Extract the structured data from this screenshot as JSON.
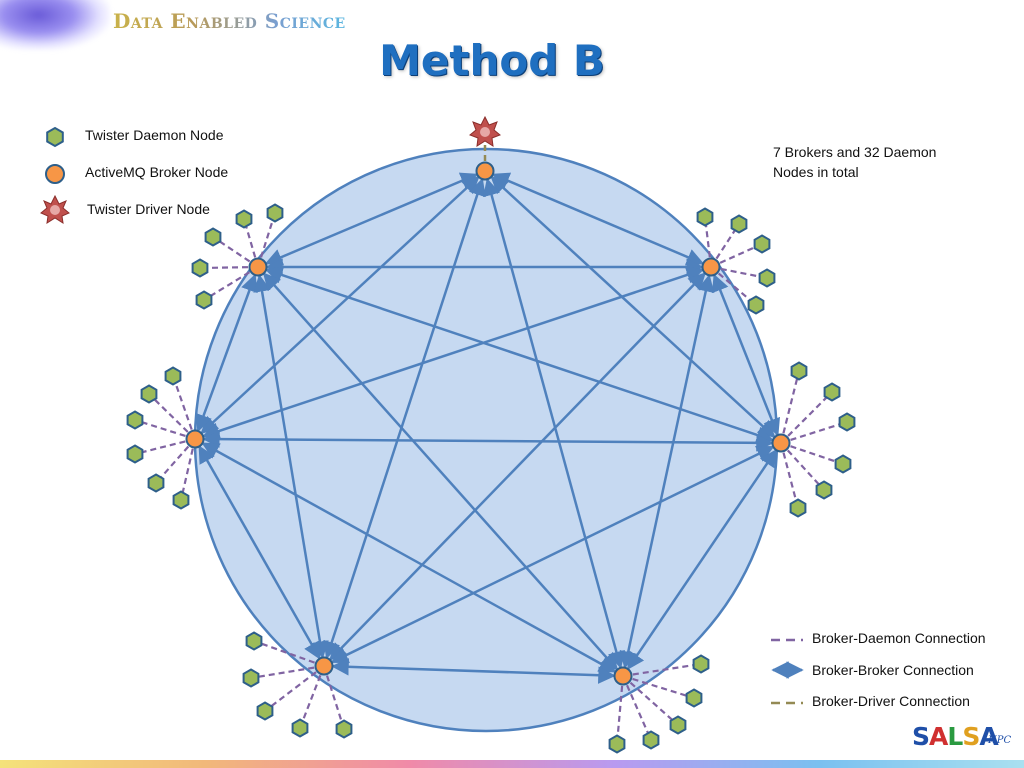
{
  "header": {
    "brand": "Data Enabled Science",
    "title": "Method B"
  },
  "legend_nodes": {
    "daemon": "Twister Daemon Node",
    "broker": "ActiveMQ Broker Node",
    "driver": "Twister Driver Node"
  },
  "note": "7 Brokers and 32 Daemon Nodes in total",
  "legend_connections": {
    "broker_daemon": "Broker-Daemon Connection",
    "broker_broker": "Broker-Broker Connection",
    "broker_driver": "Broker-Driver Connection"
  },
  "logo": {
    "letters": [
      "S",
      "A",
      "L",
      "S",
      "A"
    ],
    "suffix": "HPC"
  },
  "colors": {
    "circle_fill": "#c6d9f1",
    "circle_stroke": "#4f81bd",
    "broker_fill": "#f79646",
    "daemon_fill": "#9bbb59",
    "node_stroke": "#2e5f8a",
    "driver_fill": "#c0504d",
    "daemon_link": "#8064a2",
    "driver_link": "#948a54"
  }
}
